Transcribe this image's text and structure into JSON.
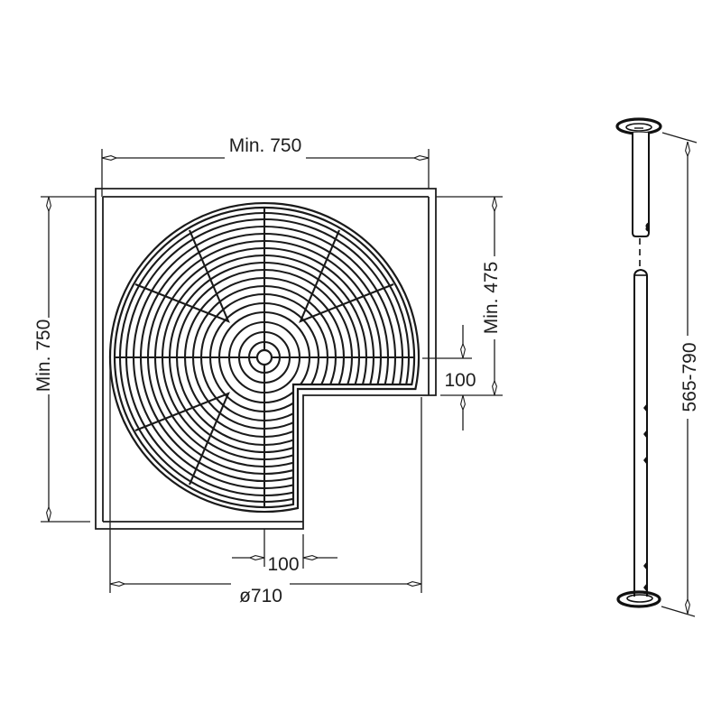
{
  "drawing": {
    "plan_view": {
      "cabinet_width_label": "Min. 750",
      "cabinet_height_label": "Min. 750",
      "side_depth_label": "Min. 475",
      "side_offset_label": "100",
      "bottom_offset_label": "100",
      "basket_diameter_label": "ø710"
    },
    "side_view": {
      "pole_height_label": "565-790"
    }
  },
  "colors": {
    "line": "#1e1e1e",
    "background": "#ffffff"
  }
}
